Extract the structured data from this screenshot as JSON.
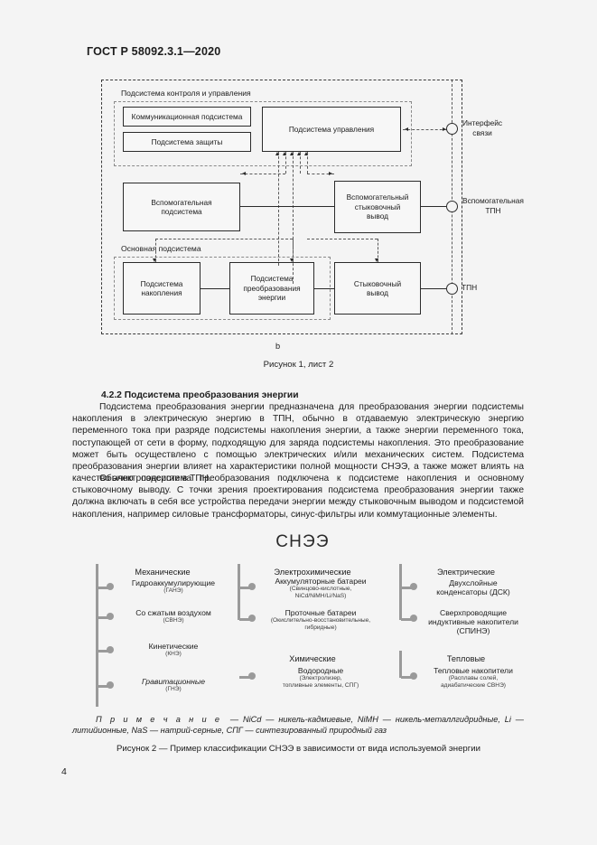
{
  "document": {
    "standard_header": "ГОСТ Р 58092.3.1—2020",
    "page_number": "4"
  },
  "figure1": {
    "sheet_letter": "b",
    "caption": "Рисунок 1, лист 2",
    "group_control_label": "Подсистема контроля и управления",
    "group_main_label": "Основная подсистема",
    "boxes": {
      "communication": "Коммуникационная подсистема",
      "protection": "Подсистема защиты",
      "control": "Подсистема управления",
      "auxiliary": "Вспомогательная\nподсистема",
      "aux_coupling": "Вспомогательный\nстыковочный\nвывод",
      "storage": "Подсистема\nнакопления",
      "conversion": "Подсистема\nпреобразования\nэнергии",
      "coupling": "Стыковочный\nвывод"
    },
    "terminals": {
      "interface": "Интерфейс\nсвязи",
      "aux_tpn": "Вспомогательная\nТПН",
      "tpn": "ТПН"
    }
  },
  "section": {
    "title": "4.2.2 Подсистема преобразования энергии",
    "paragraph1": "Подсистема преобразования энергии предназначена для преобразования энергии подсистемы накопления в электрическую энергию в ТПН, обычно в отдаваемую электрическую энергию переменного тока при разряде подсистемы накопления энергии, а также энергии переменного тока, поступающей от сети в форму, подходящую для заряда подсистемы накопления. Это преобразование может быть осуществлено с помощью электрических и/или механических систем. Подсистема преобразования энергии влияет на характеристики полной мощности СНЭЭ, а также может влиять на качество электроэнергии в ТПН.",
    "paragraph2": "Обычно подсистема преобразования подключена к подсистеме накопления и основному стыковочному выводу. С точки зрения проектирования подсистема преобразования энергии также должна включать в себя все устройства передачи энергии между стыковочным выводом и подсистемой накопления, например силовые трансформаторы, синус-фильтры или коммутационные элементы."
  },
  "figure2": {
    "root_title": "СНЭЭ",
    "caption": "Рисунок 2 — Пример классификации СНЭЭ в зависимости от вида используемой энергии",
    "note_label": "П р и м е ч а н и е",
    "note_text": "— NiCd — никель-кадмиевые, NiMH — никель-металлгидридные, Li — литийионные, NaS — натрий-серные, СПГ — синтезированный природный газ",
    "columns": [
      {
        "head": "Механические",
        "items": [
          {
            "line1": "Гидроаккумулирующие",
            "line2": "(ГАНЭ)",
            "italic": false
          },
          {
            "line1": "Со сжатым воздухом",
            "line2": "(СВНЭ)",
            "italic": false
          },
          {
            "line1": "Кинетические",
            "line2": "(КНЭ)",
            "italic": false
          },
          {
            "line1": "Гравитационные",
            "line2": "(ГНЭ)",
            "italic": true
          }
        ]
      },
      {
        "head": "Электрохимические",
        "items": [
          {
            "line1": "Аккумуляторные батареи",
            "line2": "(Свинцово-кислотные,\nNiCd/NiMH/Li/NaS)",
            "italic": false
          },
          {
            "line1": "Проточные батареи",
            "line2": "(Окислительно-восстановительные,\nгибридные)",
            "italic": false
          }
        ]
      },
      {
        "head": "Электрические",
        "items": [
          {
            "line1": "Двухслойные",
            "line2": "конденсаторы (ДСК)",
            "italic": false
          },
          {
            "line1": "Сверхпроводящие",
            "line2": "индуктивные накопители\n(СПИНЭ)",
            "italic": false
          }
        ]
      },
      {
        "head": "Химические",
        "items": [
          {
            "line1": "Водородные",
            "line2": "(Электролизер,\nтопливные элементы, СПГ)",
            "italic": false
          }
        ]
      },
      {
        "head": "Тепловые",
        "items": [
          {
            "line1": "Тепловые накопители",
            "line2": "(Расплавы солей,\nадиабатические СВНЭ)",
            "italic": false
          }
        ]
      }
    ]
  },
  "colors": {
    "page_bg": "#f4f4f4",
    "ink": "#1c1c1c",
    "line": "#2b2b2b",
    "dashed": "#8a8a8a",
    "tree": "#9a9a9a"
  }
}
